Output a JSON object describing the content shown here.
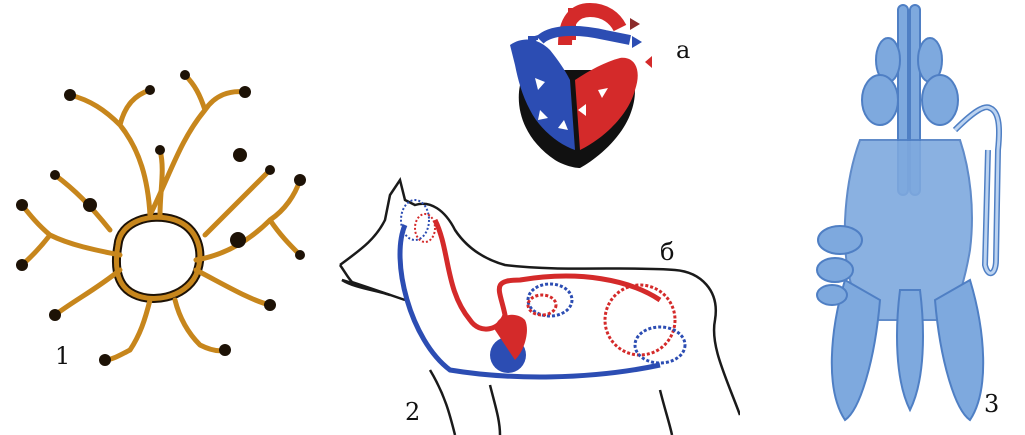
{
  "labels": {
    "fig1": "1",
    "fig2": "2",
    "fig3": "3",
    "heart": "а",
    "body": "б"
  },
  "colors": {
    "arterial": "#d42a2a",
    "venous": "#2c4db3",
    "coral": "#c7861c",
    "coral_dark": "#1d1206",
    "organ_blue": "#7ea9de",
    "organ_dark": "#4f7fc4",
    "outline": "#1a1a1a"
  }
}
